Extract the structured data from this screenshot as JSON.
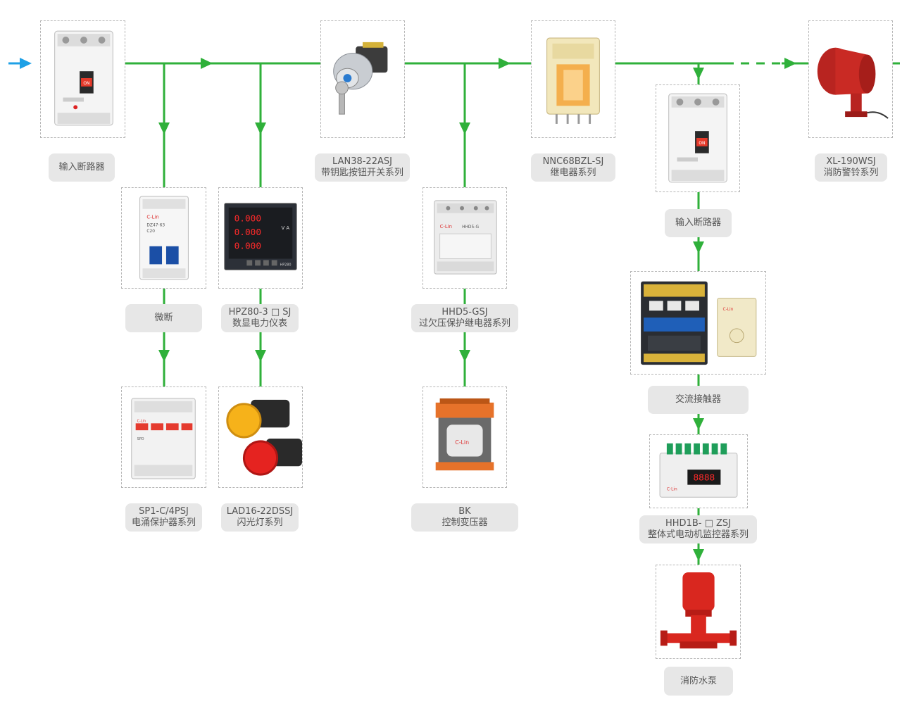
{
  "colors": {
    "line": "#2fb03a",
    "input_arrow": "#1ea0e6",
    "label_bg": "#e7e7e7",
    "label_text": "#555555",
    "frame": "#b5b5b5"
  },
  "labels": {
    "breaker_main": [
      "输入断路器"
    ],
    "key_switch": [
      "LAN38-22ASJ",
      "带钥匙按钮开关系列"
    ],
    "relay": [
      "NNC68BZL-SJ",
      "继电器系列"
    ],
    "siren": [
      "XL-190WSJ",
      "消防警铃系列"
    ],
    "breaker_pump": [
      "输入断路器"
    ],
    "mcb": [
      "微断"
    ],
    "meter": [
      "HPZ80-3 □ SJ",
      "数显电力仪表"
    ],
    "protector": [
      "HHD5-GSJ",
      "过欠压保护继电器系列"
    ],
    "surge": [
      "SP1-C/4PSJ",
      "电涌保护器系列"
    ],
    "lamp": [
      "LAD16-22DSSJ",
      "闪光灯系列"
    ],
    "transformer": [
      "BK",
      "控制变压器"
    ],
    "contactor": [
      "交流接触器"
    ],
    "motor_monitor": [
      "HHD1B- □ ZSJ",
      "整体式电动机监控器系列"
    ],
    "pump": [
      "消防水泵"
    ]
  },
  "product_text": {
    "brand": "C-Lin",
    "breaker_on": "ON",
    "mcb_model": "DZ47-63",
    "mcb_rating": "C20",
    "meter_value": "0.000",
    "meter_units": [
      "V",
      "A"
    ],
    "meter_model": "HP280",
    "protector_model": "HHD5-G",
    "monitor_display": "8888",
    "surge_model": "SPD"
  }
}
